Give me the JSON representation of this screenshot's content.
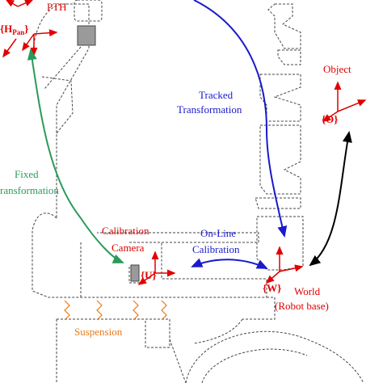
{
  "colors": {
    "frame": "#e00000",
    "tracked": "#1a1acc",
    "fixed": "#2a9a5a",
    "calib": "#1a1acc",
    "relation": "#000000",
    "suspension": "#e87a1a",
    "outline": "#444444"
  },
  "labels": {
    "pth": "PTH",
    "h_pan_main": "{H",
    "h_pan_sub": "Pan",
    "h_pan_close": "}",
    "object": "Object",
    "o_frame": "{O}",
    "tracked_line1": "Tracked",
    "tracked_line2": "Transformation",
    "fixed_line1": "Fixed",
    "fixed_line2": "ransformation",
    "calibration_camera_line1": "Calibration",
    "calibration_camera_line2": "Camera",
    "online_line1": "On-Line",
    "online_line2": "Calibration",
    "u_frame": "{U}",
    "w_frame": "{W}",
    "world_line1": "World",
    "world_line2": "(Robot base)",
    "suspension": "Suspension"
  }
}
